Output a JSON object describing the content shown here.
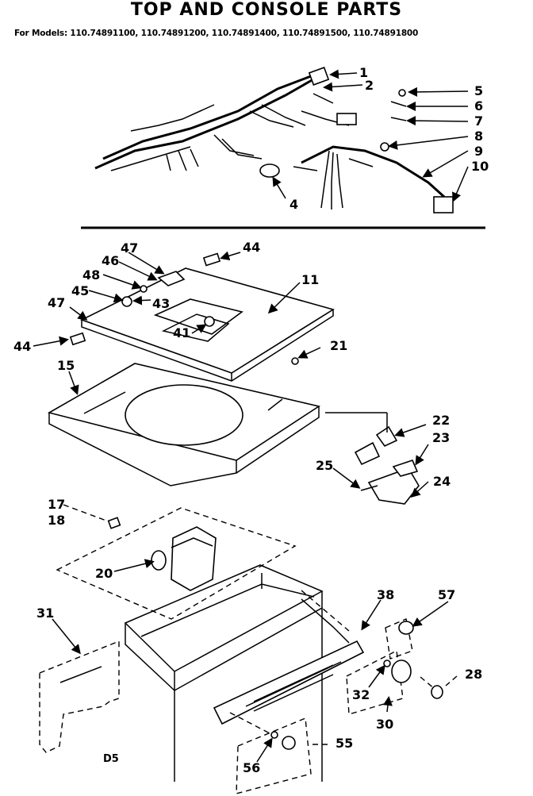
{
  "title": "TOP AND CONSOLE PARTS",
  "models_line": "For Models: 110.74891100, 110.74891200, 110.74891400, 110.74891500, 110.74891800",
  "diagram_code": "D5",
  "callouts": [
    "1",
    "2",
    "4",
    "5",
    "6",
    "7",
    "8",
    "9",
    "10",
    "11",
    "15",
    "17",
    "18",
    "20",
    "21",
    "22",
    "23",
    "24",
    "25",
    "28",
    "30",
    "31",
    "32",
    "38",
    "41",
    "43",
    "44",
    "45",
    "46",
    "47",
    "48",
    "55",
    "56",
    "57"
  ]
}
